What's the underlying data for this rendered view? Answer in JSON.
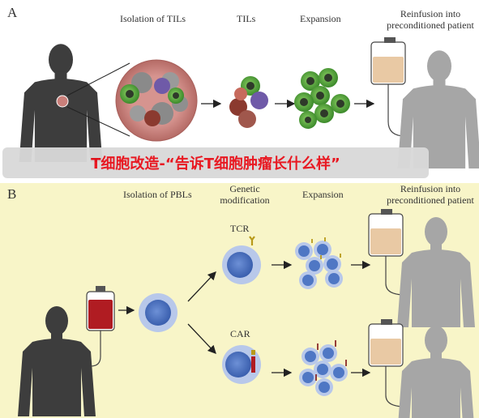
{
  "panel_a": {
    "letter": "A",
    "step1": "Isolation of TILs",
    "step2": "TILs",
    "step3": "Expansion",
    "step4_line1": "Reinfusion into",
    "step4_line2": "preconditioned patient"
  },
  "banner": {
    "text": "T细胞改造-“告诉T细胞肿瘤长什么样”",
    "color": "#e8101a"
  },
  "panel_b": {
    "letter": "B",
    "step1": "Isolation of PBLs",
    "step2_line1": "Genetic",
    "step2_line2": "modification",
    "step3": "Expansion",
    "step4_line1": "Reinfusion into",
    "step4_line2": "preconditioned patient",
    "tcr_label": "TCR",
    "car_label": "CAR"
  },
  "colors": {
    "panel_b_bg": "#f8f5c8",
    "silhouette_dark": "#3d3d3d",
    "silhouette_light": "#a6a6a6",
    "tumor": "#c97f7a",
    "til_green": "#4e9a3c",
    "cell_blue": "#4f77c4",
    "blood_bag": "#b01c22",
    "infusion_bag": "#e9c9a4"
  }
}
